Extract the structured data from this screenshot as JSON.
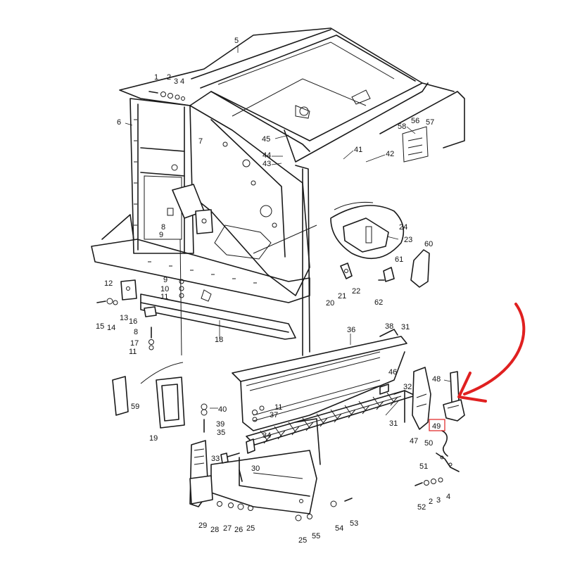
{
  "diagram": {
    "part_labels": [
      "1",
      "2",
      "3",
      "4",
      "5",
      "6",
      "7",
      "8",
      "9",
      "9",
      "10",
      "11",
      "12",
      "13",
      "14",
      "15",
      "16",
      "17",
      "18",
      "8",
      "11",
      "19",
      "20",
      "21",
      "22",
      "23",
      "24",
      "25",
      "26",
      "27",
      "28",
      "29",
      "30",
      "31",
      "31",
      "32",
      "33",
      "34",
      "35",
      "36",
      "37",
      "11",
      "38",
      "39",
      "40",
      "41",
      "42",
      "43",
      "44",
      "45",
      "46",
      "47",
      "48",
      "49",
      "50",
      "51",
      "52",
      "2",
      "3",
      "4",
      "53",
      "54",
      "55",
      "25",
      "56",
      "57",
      "58",
      "59",
      "60",
      "61",
      "62"
    ],
    "highlight_label": "49",
    "arrow_color": "#e02020",
    "highlight_color": "#e02020",
    "line_color": "#1a1a1a"
  }
}
